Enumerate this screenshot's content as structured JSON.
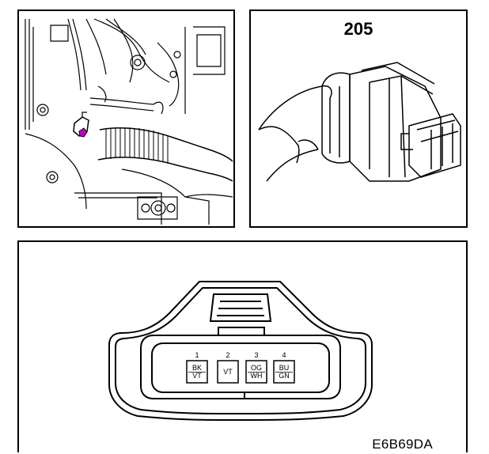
{
  "connector": {
    "number": "205"
  },
  "pins": [
    {
      "number": "1",
      "color_top": "BK",
      "color_bottom": "VT"
    },
    {
      "number": "2",
      "color_top": "VT",
      "color_bottom": ""
    },
    {
      "number": "3",
      "color_top": "OG",
      "color_bottom": "WH"
    },
    {
      "number": "4",
      "color_top": "BU",
      "color_bottom": "GN"
    }
  ],
  "figure": {
    "code": "E6B69DA"
  },
  "colors": {
    "line": "#000000",
    "highlight": "#c000c0",
    "background": "#ffffff"
  }
}
